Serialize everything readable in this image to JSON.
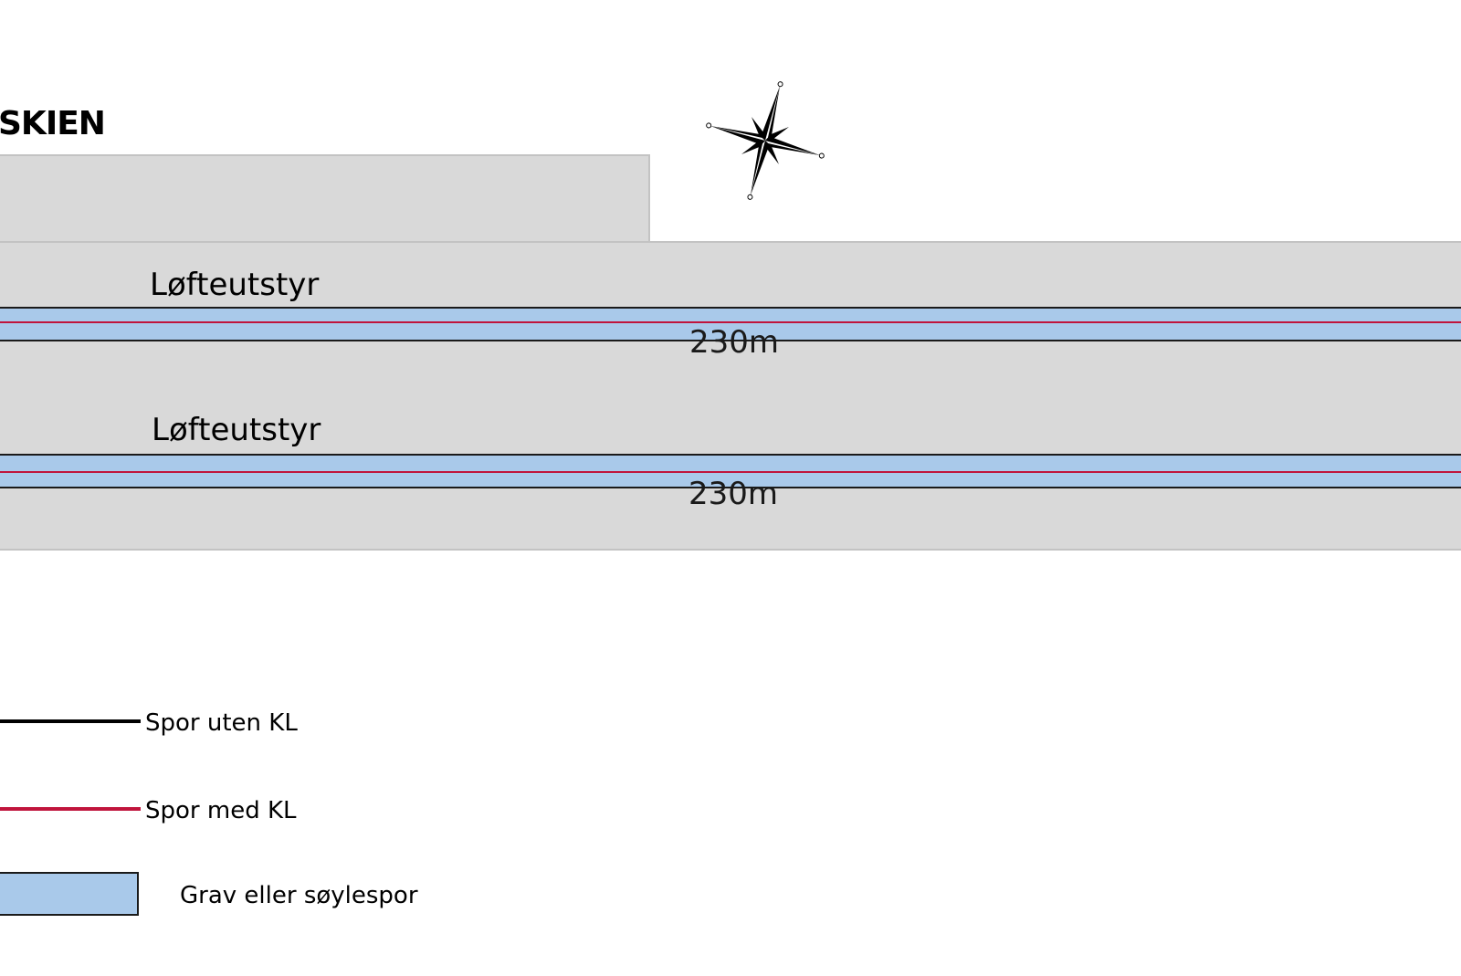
{
  "title": "SKIEN",
  "tracks": [
    {
      "equipment_label": "Løfteutstyr",
      "length_label": "230m"
    },
    {
      "equipment_label": "Løfteutstyr",
      "length_label": "230m"
    }
  ],
  "legend": {
    "spor_uten_kl": "Spor uten KL",
    "spor_med_kl": "Spor med KL",
    "grav_eller_soylespor": "Grav eller søylespor"
  },
  "colors": {
    "platform": "#d9d9d9",
    "track_fill": "#a9c9ea",
    "track_border": "#1a1a1a",
    "kl_line": "#c0143c"
  },
  "icons": {
    "compass": "compass-rose-icon"
  }
}
